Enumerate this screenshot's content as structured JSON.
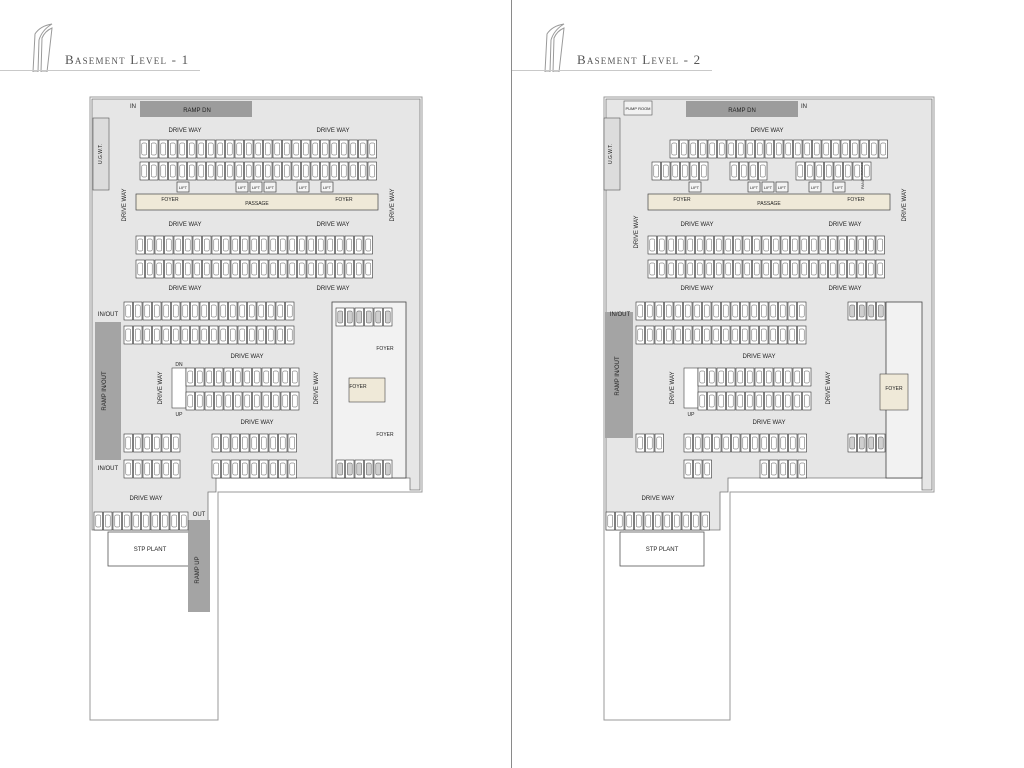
{
  "pages": [
    {
      "title": "Basement Level - 1",
      "labels": {
        "ramp_in": "IN",
        "ramp_dn": "RAMP DN",
        "ugwt": "U.G.W.T.",
        "drive_way": "DRIVE WAY",
        "passage": "PASSAGE",
        "foyer": "FOYER",
        "lift": "LIFT",
        "dn": "DN",
        "up": "UP",
        "in_out": "IN/OUT",
        "ramp_in_out": "RAMP IN/OUT",
        "out": "OUT",
        "stp_plant": "STP PLANT",
        "ramp_up": "RAMP UP"
      }
    },
    {
      "title": "Basement Level - 2",
      "labels": {
        "pump_room": "PUMP ROOM",
        "ramp_dn": "RAMP DN",
        "ramp_in": "IN",
        "ugwt": "U.G.W.T.",
        "panel_room": "PANEL ROOM",
        "drive_way": "DRIVE WAY",
        "passage": "PASSAGE",
        "foyer": "FOYER",
        "lift": "LIFT",
        "up": "UP",
        "ramp_in_out": "RAMP IN/OUT",
        "in_out": "IN/OUT",
        "stp_plant": "STP PLANT"
      }
    }
  ]
}
